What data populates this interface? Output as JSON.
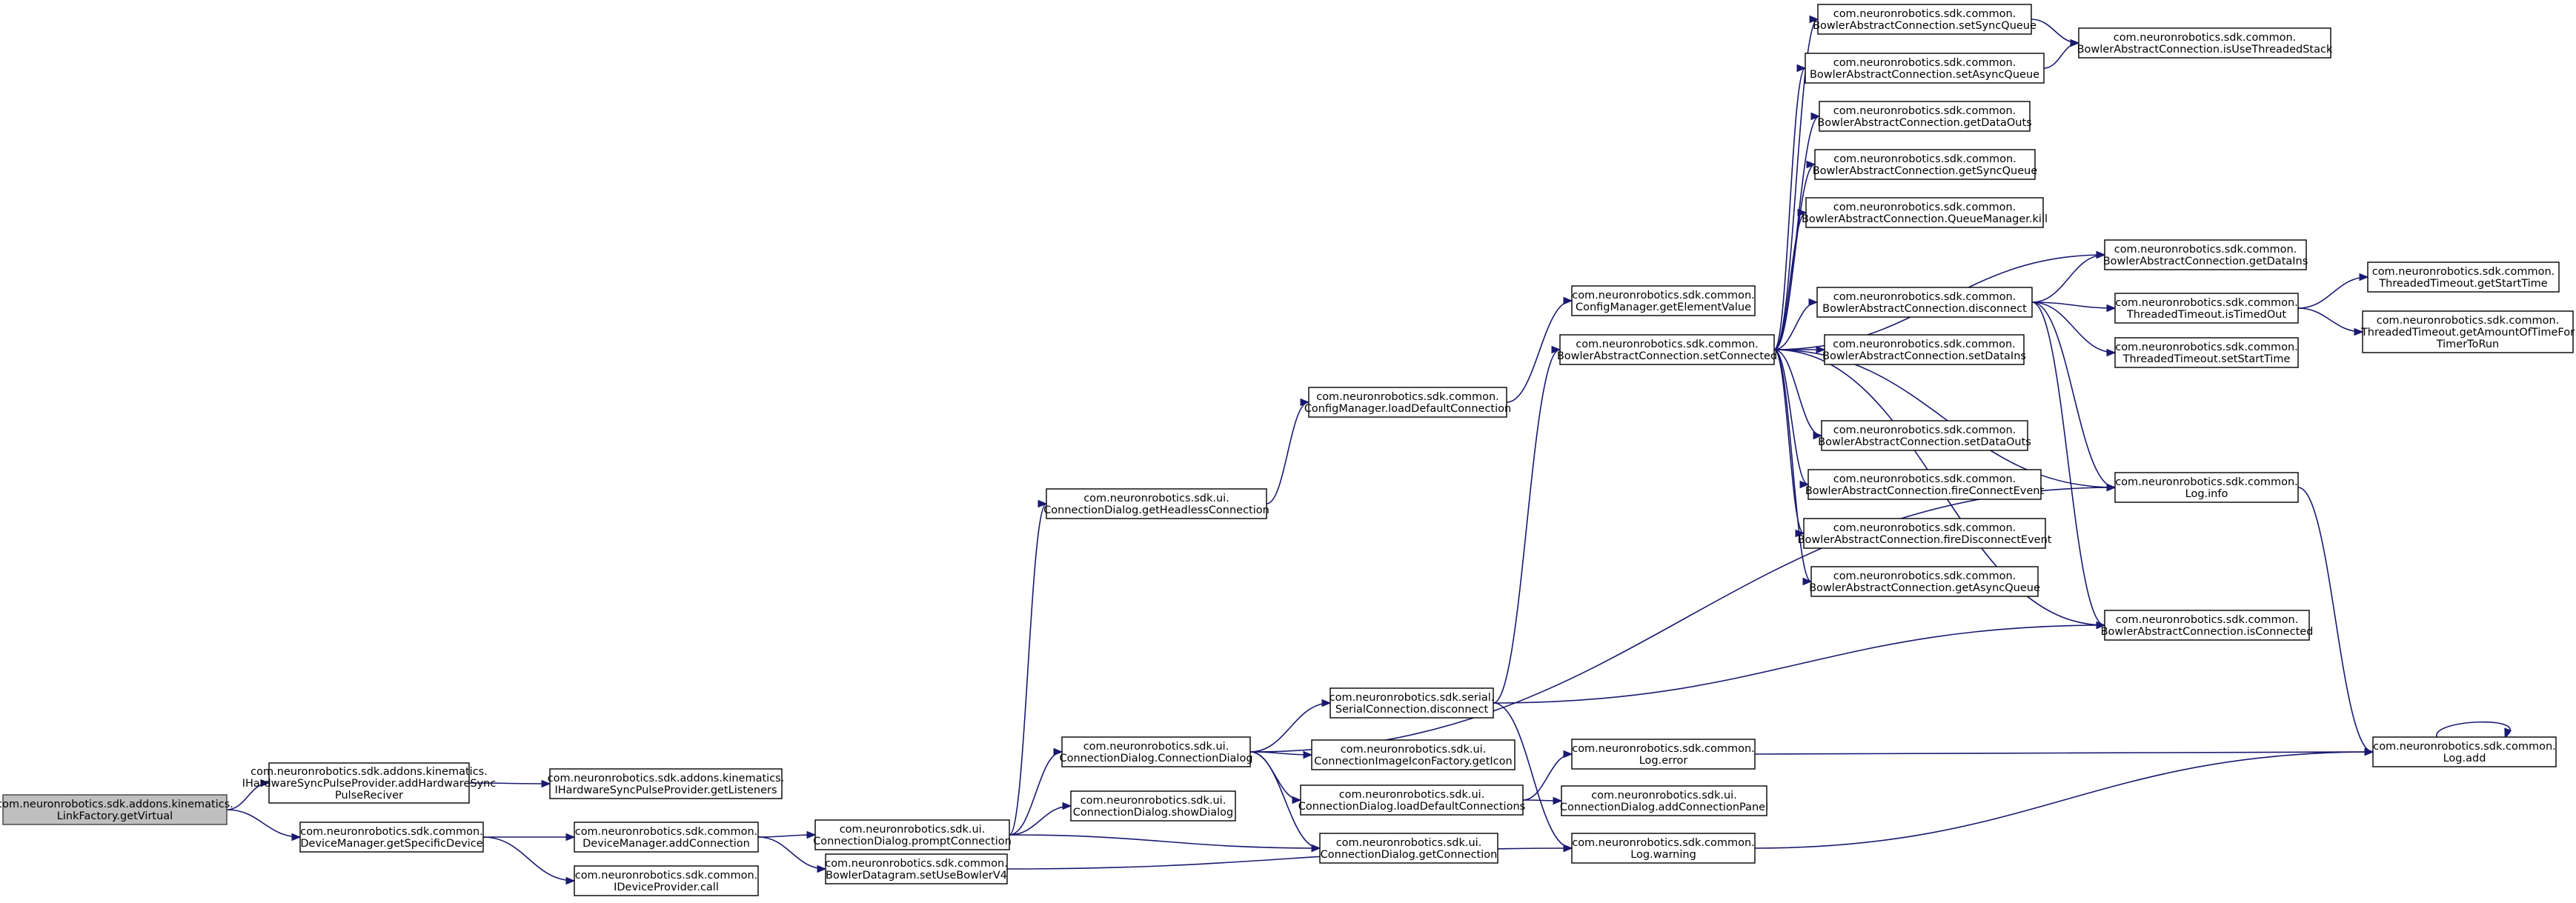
{
  "diagram": {
    "type": "call-graph",
    "colors": {
      "edge": "#191970",
      "root_fill": "#bfbfbf",
      "node_fill": "#ffffff",
      "border": "#000000"
    },
    "nodes": [
      {
        "id": "n0",
        "lines": [
          "com.neuronrobotics.sdk.addons.kinematics.",
          "LinkFactory.getVirtual"
        ],
        "root": true
      },
      {
        "id": "n1",
        "lines": [
          "com.neuronrobotics.sdk.addons.kinematics.",
          "IHardwareSyncPulseProvider.addHardwareSync",
          "PulseReciver"
        ]
      },
      {
        "id": "n2",
        "lines": [
          "com.neuronrobotics.sdk.addons.kinematics.",
          "IHardwareSyncPulseProvider.getListeners"
        ]
      },
      {
        "id": "n3",
        "lines": [
          "com.neuronrobotics.sdk.common.",
          "DeviceManager.getSpecificDevice"
        ]
      },
      {
        "id": "n4",
        "lines": [
          "com.neuronrobotics.sdk.common.",
          "DeviceManager.addConnection"
        ]
      },
      {
        "id": "n5",
        "lines": [
          "com.neuronrobotics.sdk.common.",
          "IDeviceProvider.call"
        ]
      },
      {
        "id": "n6",
        "lines": [
          "com.neuronrobotics.sdk.ui.",
          "ConnectionDialog.promptConnection"
        ]
      },
      {
        "id": "n7",
        "lines": [
          "com.neuronrobotics.sdk.common.",
          "BowlerDatagram.setUseBowlerV4"
        ]
      },
      {
        "id": "n8",
        "lines": [
          "com.neuronrobotics.sdk.ui.",
          "ConnectionDialog.getHeadlessConnection"
        ]
      },
      {
        "id": "n9",
        "lines": [
          "com.neuronrobotics.sdk.ui.",
          "ConnectionDialog.ConnectionDialog"
        ]
      },
      {
        "id": "n10",
        "lines": [
          "com.neuronrobotics.sdk.ui.",
          "ConnectionDialog.showDialog"
        ]
      },
      {
        "id": "n11",
        "lines": [
          "com.neuronrobotics.sdk.ui.",
          "ConnectionDialog.getConnection"
        ]
      },
      {
        "id": "n12",
        "lines": [
          "com.neuronrobotics.sdk.common.",
          "ConfigManager.loadDefaultConnection"
        ]
      },
      {
        "id": "n13",
        "lines": [
          "com.neuronrobotics.sdk.serial.",
          "SerialConnection.disconnect"
        ]
      },
      {
        "id": "n14",
        "lines": [
          "com.neuronrobotics.sdk.ui.",
          "ConnectionImageIconFactory.getIcon"
        ]
      },
      {
        "id": "n15",
        "lines": [
          "com.neuronrobotics.sdk.ui.",
          "ConnectionDialog.loadDefaultConnections"
        ]
      },
      {
        "id": "n16",
        "lines": [
          "com.neuronrobotics.sdk.common.",
          "ConfigManager.getElementValue"
        ]
      },
      {
        "id": "n17",
        "lines": [
          "com.neuronrobotics.sdk.common.",
          "BowlerAbstractConnection.setConnected"
        ]
      },
      {
        "id": "n18",
        "lines": [
          "com.neuronrobotics.sdk.common.",
          "Log.error"
        ]
      },
      {
        "id": "n19",
        "lines": [
          "com.neuronrobotics.sdk.ui.",
          "ConnectionDialog.addConnectionPanel"
        ]
      },
      {
        "id": "n20",
        "lines": [
          "com.neuronrobotics.sdk.common.",
          "Log.warning"
        ]
      },
      {
        "id": "n21",
        "lines": [
          "com.neuronrobotics.sdk.common.",
          "BowlerAbstractConnection.setSyncQueue"
        ]
      },
      {
        "id": "n22",
        "lines": [
          "com.neuronrobotics.sdk.common.",
          "BowlerAbstractConnection.setAsyncQueue"
        ]
      },
      {
        "id": "n23",
        "lines": [
          "com.neuronrobotics.sdk.common.",
          "BowlerAbstractConnection.getDataOuts"
        ]
      },
      {
        "id": "n24",
        "lines": [
          "com.neuronrobotics.sdk.common.",
          "BowlerAbstractConnection.getSyncQueue"
        ]
      },
      {
        "id": "n25",
        "lines": [
          "com.neuronrobotics.sdk.common.",
          "BowlerAbstractConnection.QueueManager.kill"
        ]
      },
      {
        "id": "n26",
        "lines": [
          "com.neuronrobotics.sdk.common.",
          "BowlerAbstractConnection.disconnect"
        ]
      },
      {
        "id": "n27",
        "lines": [
          "com.neuronrobotics.sdk.common.",
          "BowlerAbstractConnection.setDataIns"
        ]
      },
      {
        "id": "n28",
        "lines": [
          "com.neuronrobotics.sdk.common.",
          "BowlerAbstractConnection.setDataOuts"
        ]
      },
      {
        "id": "n29",
        "lines": [
          "com.neuronrobotics.sdk.common.",
          "BowlerAbstractConnection.fireConnectEvent"
        ]
      },
      {
        "id": "n30",
        "lines": [
          "com.neuronrobotics.sdk.common.",
          "BowlerAbstractConnection.fireDisconnectEvent"
        ]
      },
      {
        "id": "n31",
        "lines": [
          "com.neuronrobotics.sdk.common.",
          "BowlerAbstractConnection.getAsyncQueue"
        ]
      },
      {
        "id": "n32",
        "lines": [
          "com.neuronrobotics.sdk.common.",
          "BowlerAbstractConnection.isUseThreadedStack"
        ]
      },
      {
        "id": "n33",
        "lines": [
          "com.neuronrobotics.sdk.common.",
          "BowlerAbstractConnection.getDataIns"
        ]
      },
      {
        "id": "n34",
        "lines": [
          "com.neuronrobotics.sdk.common.",
          "ThreadedTimeout.isTimedOut"
        ]
      },
      {
        "id": "n35",
        "lines": [
          "com.neuronrobotics.sdk.common.",
          "ThreadedTimeout.setStartTime"
        ]
      },
      {
        "id": "n36",
        "lines": [
          "com.neuronrobotics.sdk.common.",
          "Log.info"
        ]
      },
      {
        "id": "n37",
        "lines": [
          "com.neuronrobotics.sdk.common.",
          "BowlerAbstractConnection.isConnected"
        ]
      },
      {
        "id": "n38",
        "lines": [
          "com.neuronrobotics.sdk.common.",
          "ThreadedTimeout.getStartTime"
        ]
      },
      {
        "id": "n39",
        "lines": [
          "com.neuronrobotics.sdk.common.",
          "ThreadedTimeout.getAmountOfTimeFor",
          "TimerToRun"
        ]
      },
      {
        "id": "n40",
        "lines": [
          "com.neuronrobotics.sdk.common.",
          "Log.add"
        ]
      }
    ],
    "edges": [
      [
        "n0",
        "n1"
      ],
      [
        "n0",
        "n3"
      ],
      [
        "n1",
        "n2"
      ],
      [
        "n3",
        "n4"
      ],
      [
        "n3",
        "n5"
      ],
      [
        "n4",
        "n6"
      ],
      [
        "n4",
        "n7"
      ],
      [
        "n6",
        "n8"
      ],
      [
        "n6",
        "n9"
      ],
      [
        "n6",
        "n10"
      ],
      [
        "n6",
        "n11"
      ],
      [
        "n7",
        "n20"
      ],
      [
        "n8",
        "n12"
      ],
      [
        "n12",
        "n16"
      ],
      [
        "n9",
        "n13"
      ],
      [
        "n9",
        "n14"
      ],
      [
        "n9",
        "n15"
      ],
      [
        "n9",
        "n11"
      ],
      [
        "n9",
        "n36"
      ],
      [
        "n13",
        "n17"
      ],
      [
        "n13",
        "n37"
      ],
      [
        "n13",
        "n20"
      ],
      [
        "n15",
        "n18"
      ],
      [
        "n15",
        "n19"
      ],
      [
        "n17",
        "n21"
      ],
      [
        "n17",
        "n22"
      ],
      [
        "n17",
        "n23"
      ],
      [
        "n17",
        "n24"
      ],
      [
        "n17",
        "n25"
      ],
      [
        "n17",
        "n33"
      ],
      [
        "n17",
        "n26"
      ],
      [
        "n17",
        "n27"
      ],
      [
        "n17",
        "n28"
      ],
      [
        "n17",
        "n29"
      ],
      [
        "n17",
        "n30"
      ],
      [
        "n17",
        "n31"
      ],
      [
        "n17",
        "n36"
      ],
      [
        "n17",
        "n37"
      ],
      [
        "n21",
        "n32"
      ],
      [
        "n22",
        "n32"
      ],
      [
        "n26",
        "n33"
      ],
      [
        "n26",
        "n34"
      ],
      [
        "n26",
        "n35"
      ],
      [
        "n26",
        "n36"
      ],
      [
        "n26",
        "n37"
      ],
      [
        "n34",
        "n38"
      ],
      [
        "n34",
        "n39"
      ],
      [
        "n36",
        "n40"
      ],
      [
        "n18",
        "n40"
      ],
      [
        "n20",
        "n40"
      ],
      [
        "n40",
        "n40"
      ]
    ]
  }
}
